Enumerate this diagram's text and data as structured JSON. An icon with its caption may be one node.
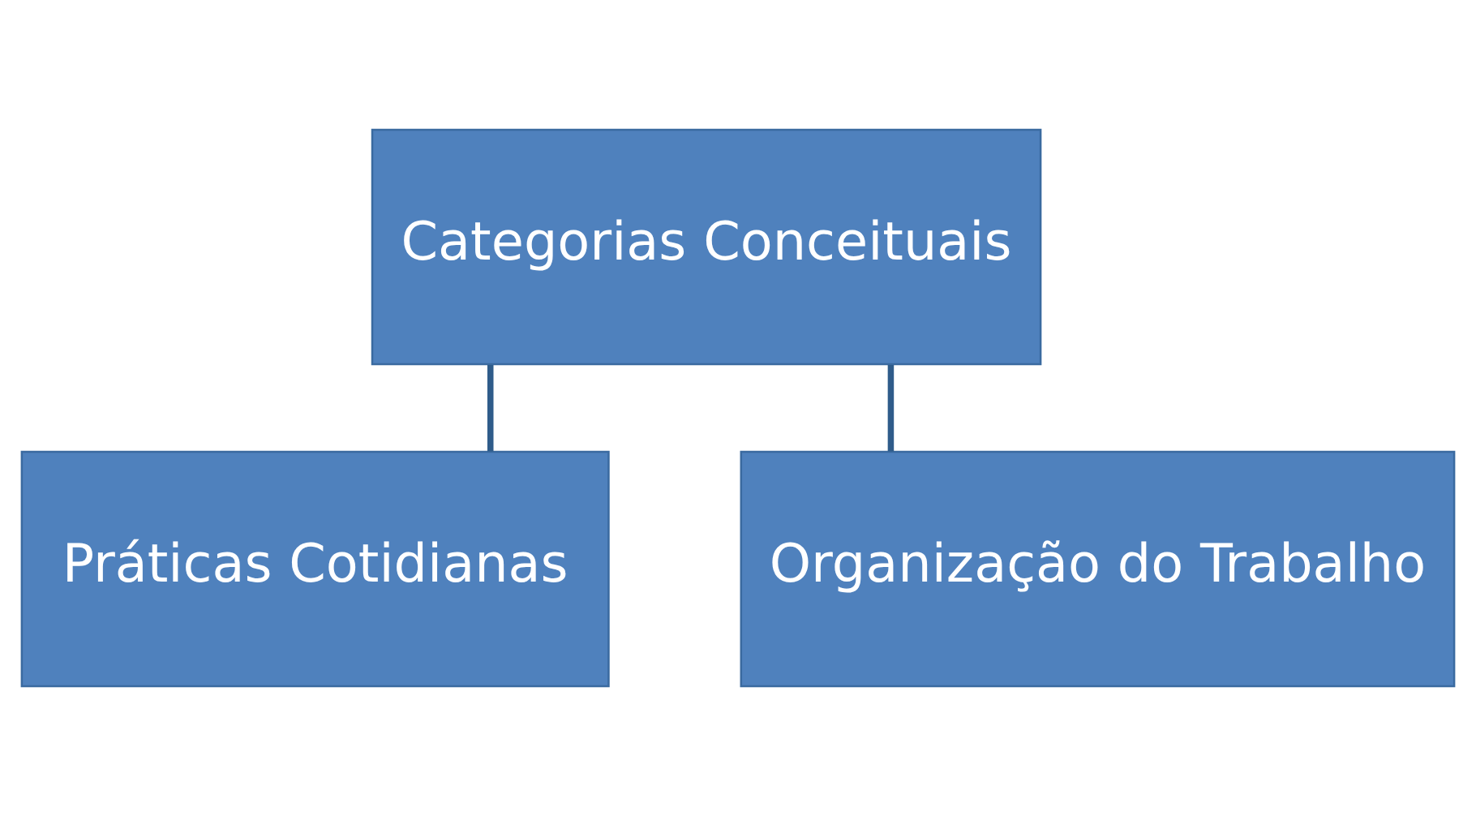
{
  "diagram": {
    "nodes": [
      {
        "text": [
          "Categorias Conceituais"
        ]
      },
      {
        "text": [
          "Práticas Cotidianas"
        ]
      },
      {
        "text": [
          "Organização do Trabalho"
        ]
      }
    ],
    "edges": [
      {
        "from": 0,
        "to": 1,
        "arrow": "none"
      },
      {
        "from": 0,
        "to": 2,
        "arrow": "none"
      }
    ]
  }
}
